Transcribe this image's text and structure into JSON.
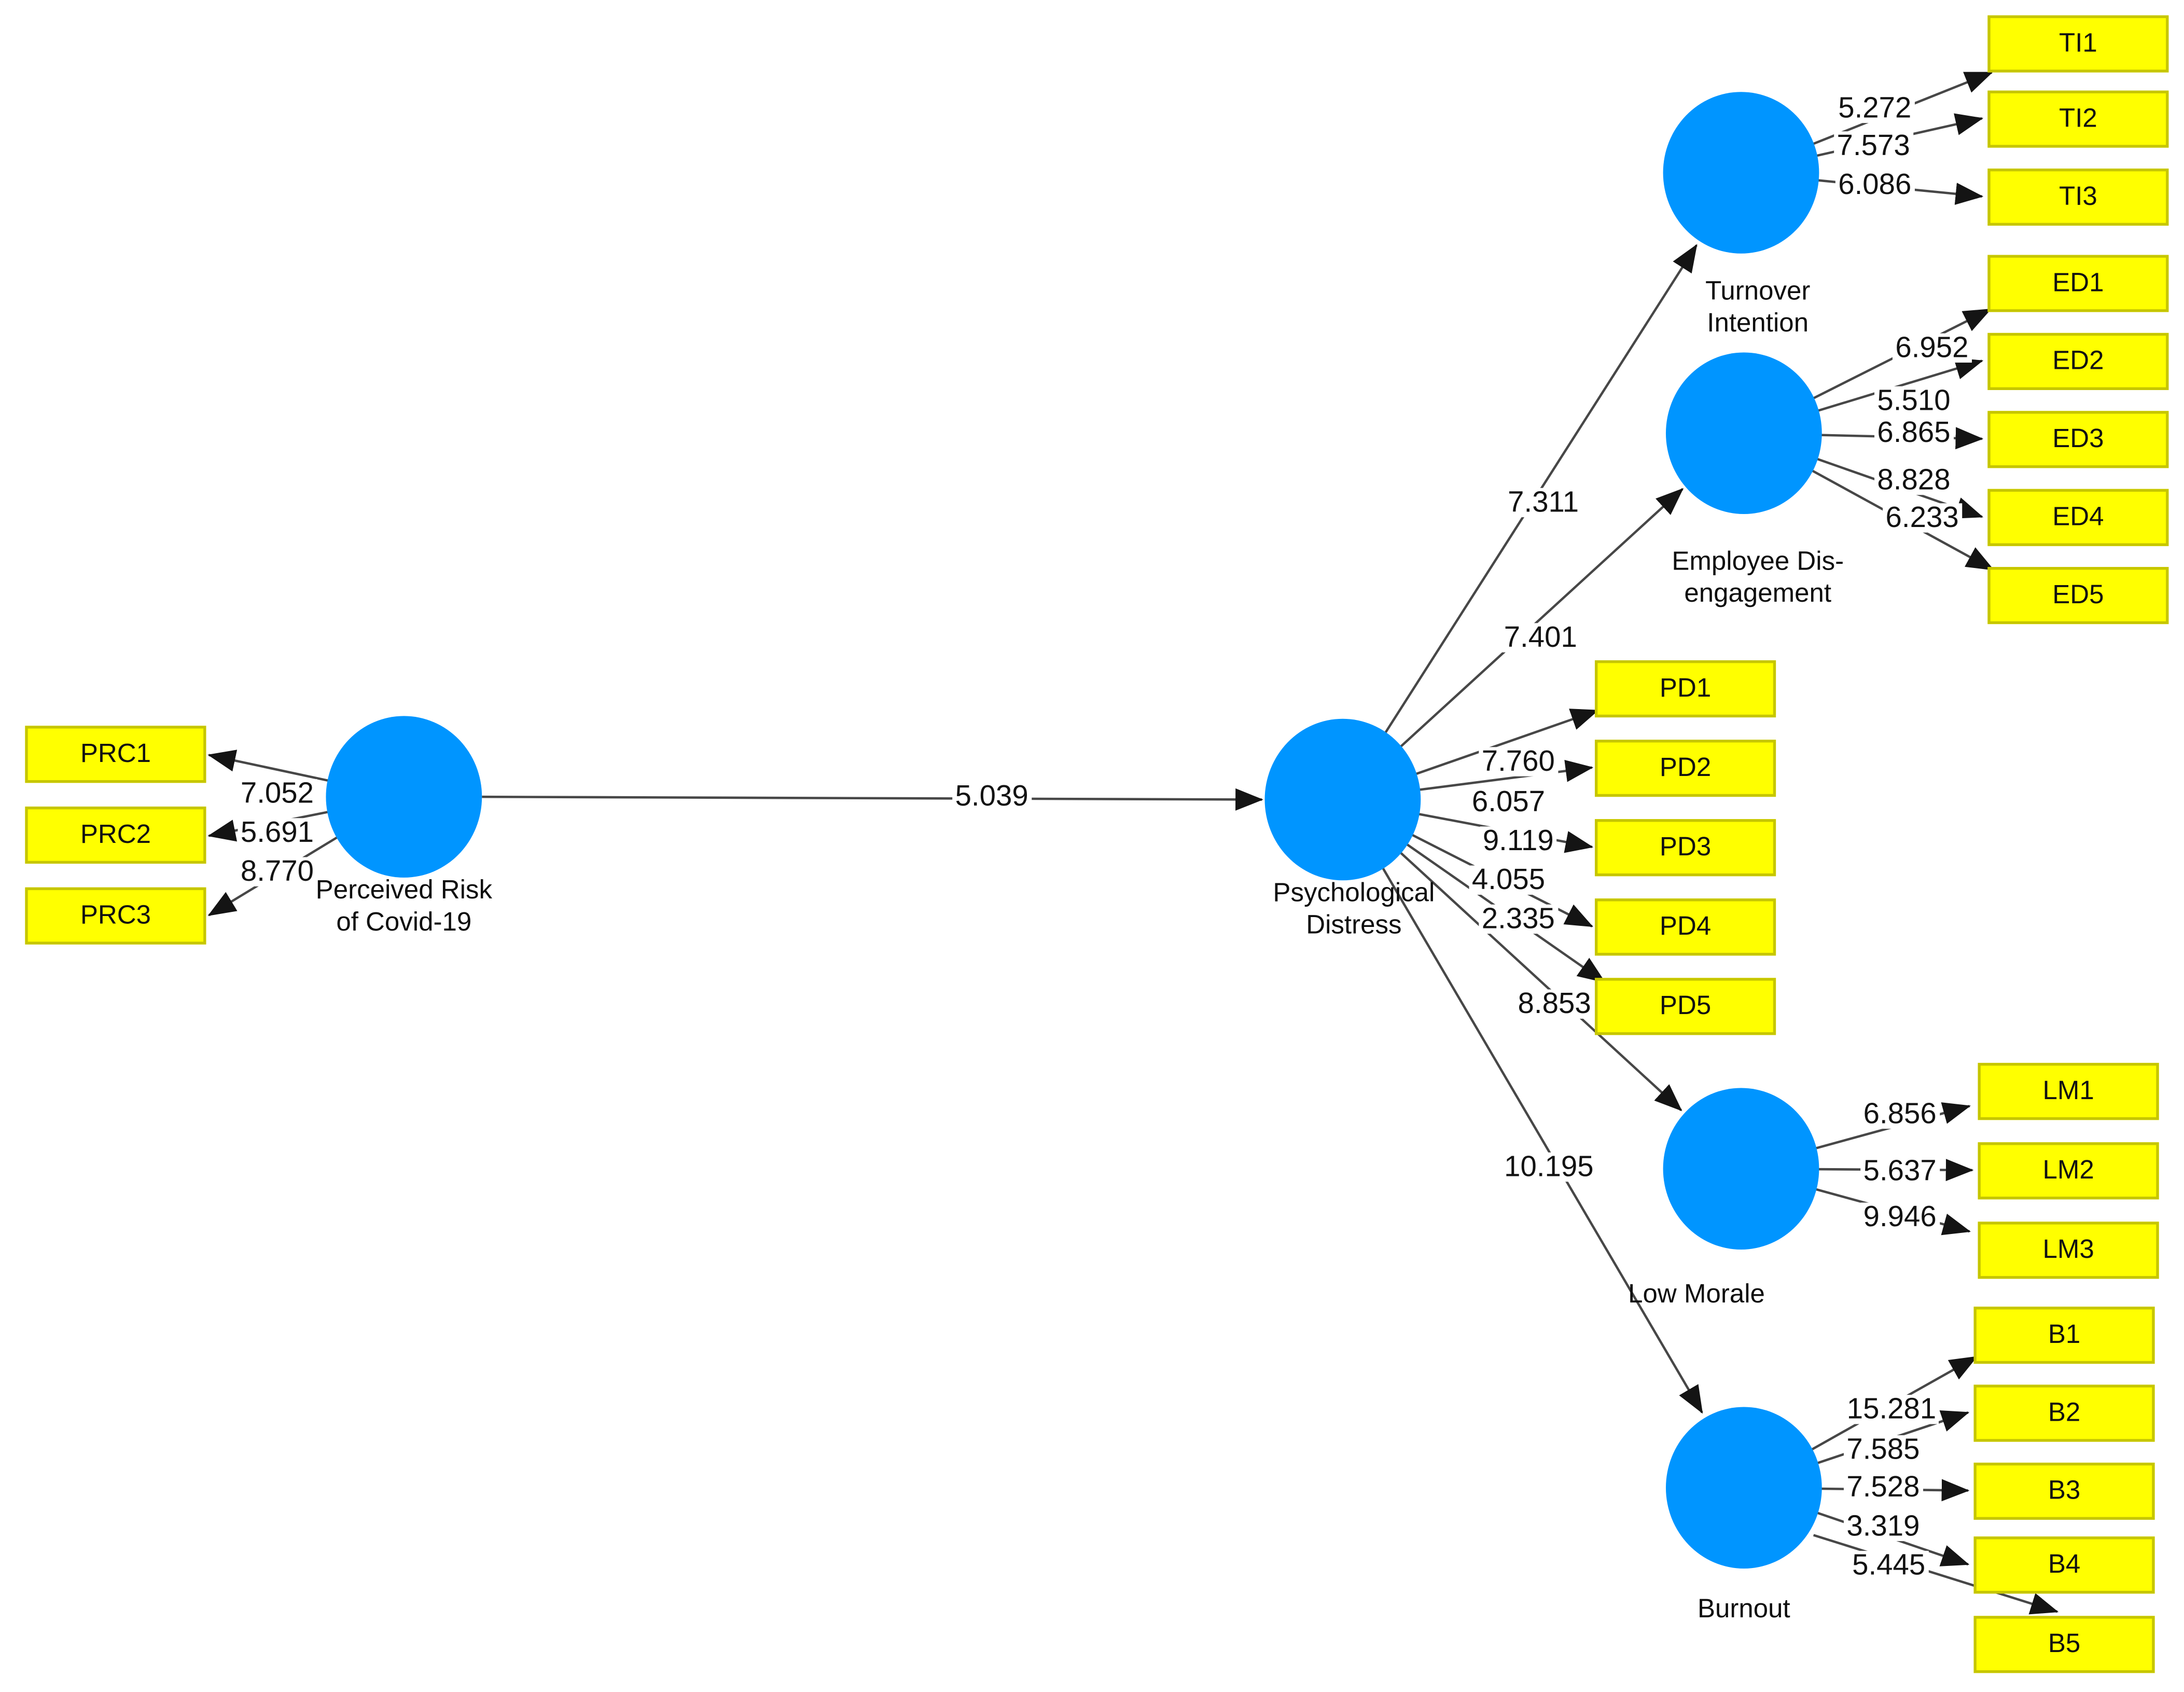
{
  "latent": {
    "prc": {
      "label": "Perceived Risk\nof Covid-19"
    },
    "pd": {
      "label": "Psychological\nDistress"
    },
    "ti": {
      "label": "Turnover\nIntention"
    },
    "ed": {
      "label": "Employee Dis-\nengagement"
    },
    "lm": {
      "label": "Low Morale"
    },
    "b": {
      "label": "Burnout"
    }
  },
  "structural": {
    "prc_pd": {
      "value": "5.039"
    },
    "pd_ti": {
      "value": "7.311"
    },
    "pd_ed": {
      "value": "7.401"
    },
    "pd_lm": {
      "value": "8.853"
    },
    "pd_b": {
      "value": "10.195"
    }
  },
  "indicators": {
    "PRC1": {
      "label": "PRC1",
      "value": "7.052"
    },
    "PRC2": {
      "label": "PRC2",
      "value": "5.691"
    },
    "PRC3": {
      "label": "PRC3",
      "value": "8.770"
    },
    "TI1": {
      "label": "TI1",
      "value": "5.272"
    },
    "TI2": {
      "label": "TI2",
      "value": "7.573"
    },
    "TI3": {
      "label": "TI3",
      "value": "6.086"
    },
    "ED1": {
      "label": "ED1",
      "value": "6.952"
    },
    "ED2": {
      "label": "ED2",
      "value": "5.510"
    },
    "ED3": {
      "label": "ED3",
      "value": "6.865"
    },
    "ED4": {
      "label": "ED4",
      "value": "8.828"
    },
    "ED5": {
      "label": "ED5",
      "value": "6.233"
    },
    "PD1": {
      "label": "PD1",
      "value": "7.760"
    },
    "PD2": {
      "label": "PD2",
      "value": "6.057"
    },
    "PD3": {
      "label": "PD3",
      "value": "9.119"
    },
    "PD4": {
      "label": "PD4",
      "value": "4.055"
    },
    "PD5": {
      "label": "PD5",
      "value": "2.335"
    },
    "LM1": {
      "label": "LM1",
      "value": "6.856"
    },
    "LM2": {
      "label": "LM2",
      "value": "5.637"
    },
    "LM3": {
      "label": "LM3",
      "value": "9.946"
    },
    "B1": {
      "label": "B1",
      "value": "15.281"
    },
    "B2": {
      "label": "B2",
      "value": "7.585"
    },
    "B3": {
      "label": "B3",
      "value": "7.528"
    },
    "B4": {
      "label": "B4",
      "value": "3.319"
    },
    "B5": {
      "label": "B5",
      "value": "5.445"
    }
  },
  "colors": {
    "latent_fill": "#0095ff",
    "indicator_fill": "#ffff00",
    "indicator_border": "#c6c600",
    "edge": "#474747",
    "arrowhead": "#141414"
  }
}
